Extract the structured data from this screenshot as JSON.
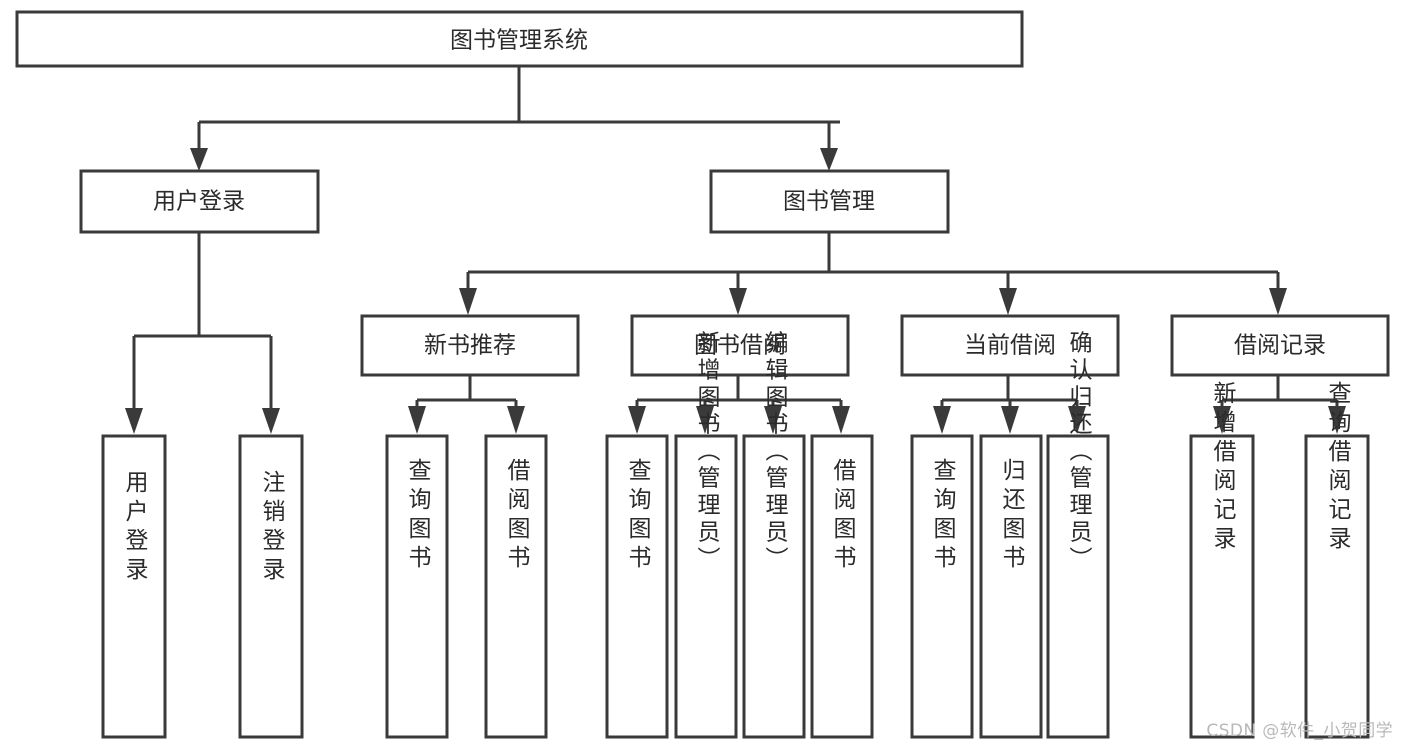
{
  "diagram": {
    "title": "图书管理系统",
    "type": "hierarchy-tree",
    "watermark": "CSDN @软件_小贺同学",
    "colors": {
      "stroke": "#3a3a3a",
      "fill": "#ffffff",
      "text": "#2b2b2b",
      "watermark": "#b9b9b9"
    },
    "levels": {
      "root": "图书管理系统",
      "level2": [
        "用户登录",
        "图书管理"
      ],
      "level3": [
        "新书推荐",
        "图书借阅",
        "当前借阅",
        "借阅记录"
      ]
    },
    "nodes": {
      "root": {
        "label": "图书管理系统",
        "orientation": "horizontal"
      },
      "user_login": {
        "label": "用户登录",
        "orientation": "horizontal"
      },
      "book_mgmt": {
        "label": "图书管理",
        "orientation": "horizontal"
      },
      "new_book_rec": {
        "label": "新书推荐",
        "orientation": "horizontal"
      },
      "book_borrow": {
        "label": "图书借阅",
        "orientation": "horizontal"
      },
      "current_borrow": {
        "label": "当前借阅",
        "orientation": "horizontal"
      },
      "borrow_record": {
        "label": "借阅记录",
        "orientation": "horizontal"
      },
      "leaf_user_login": {
        "label": "用户登录",
        "orientation": "vertical"
      },
      "leaf_logout": {
        "label": "注销登录",
        "orientation": "vertical"
      },
      "leaf_query_book_1": {
        "label": "查询图书",
        "orientation": "vertical"
      },
      "leaf_borrow_book_1": {
        "label": "借阅图书",
        "orientation": "vertical"
      },
      "leaf_query_book_2": {
        "label": "查询图书",
        "orientation": "vertical"
      },
      "leaf_add_book": {
        "label": "新增图书（管理员）",
        "orientation": "vertical"
      },
      "leaf_edit_book": {
        "label": "编辑图书（管理员）",
        "orientation": "vertical"
      },
      "leaf_borrow_book_2": {
        "label": "借阅图书",
        "orientation": "vertical"
      },
      "leaf_query_book_3": {
        "label": "查询图书",
        "orientation": "vertical"
      },
      "leaf_return_book": {
        "label": "归还图书",
        "orientation": "vertical"
      },
      "leaf_confirm_return": {
        "label": "确认归还（管理员）",
        "orientation": "vertical"
      },
      "leaf_add_record": {
        "label": "新增借阅记录",
        "orientation": "vertical"
      },
      "leaf_query_record": {
        "label": "查询借阅记录",
        "orientation": "vertical"
      }
    },
    "edges": [
      {
        "from": "图书管理系统",
        "to": "用户登录"
      },
      {
        "from": "图书管理系统",
        "to": "图书管理"
      },
      {
        "from": "用户登录",
        "to": "用户登录"
      },
      {
        "from": "用户登录",
        "to": "注销登录"
      },
      {
        "from": "图书管理",
        "to": "新书推荐"
      },
      {
        "from": "图书管理",
        "to": "图书借阅"
      },
      {
        "from": "图书管理",
        "to": "当前借阅"
      },
      {
        "from": "图书管理",
        "to": "借阅记录"
      },
      {
        "from": "新书推荐",
        "to": "查询图书"
      },
      {
        "from": "新书推荐",
        "to": "借阅图书"
      },
      {
        "from": "图书借阅",
        "to": "查询图书"
      },
      {
        "from": "图书借阅",
        "to": "新增图书（管理员）"
      },
      {
        "from": "图书借阅",
        "to": "编辑图书（管理员）"
      },
      {
        "from": "图书借阅",
        "to": "借阅图书"
      },
      {
        "from": "当前借阅",
        "to": "查询图书"
      },
      {
        "from": "当前借阅",
        "to": "归还图书"
      },
      {
        "from": "当前借阅",
        "to": "确认归还（管理员）"
      },
      {
        "from": "借阅记录",
        "to": "新增借阅记录"
      },
      {
        "from": "借阅记录",
        "to": "查询借阅记录"
      }
    ]
  }
}
